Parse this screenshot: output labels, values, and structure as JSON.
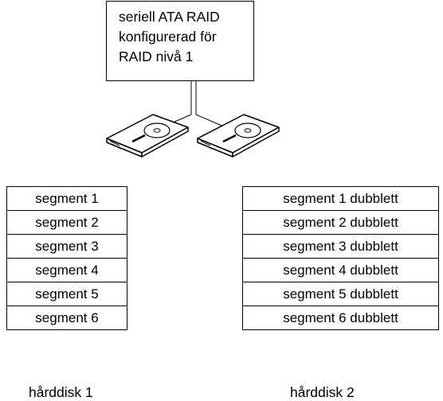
{
  "controller": {
    "lines": [
      "seriell ATA RAID",
      "konfigurerad för",
      "RAID nivå 1"
    ]
  },
  "disk1": {
    "label": "hårddisk 1",
    "segments": [
      "segment 1",
      "segment 2",
      "segment 3",
      "segment 4",
      "segment 5",
      "segment 6"
    ]
  },
  "disk2": {
    "label": "hårddisk 2",
    "segments": [
      "segment 1 dubblett",
      "segment 2 dubblett",
      "segment 3 dubblett",
      "segment 4 dubblett",
      "segment 5 dubblett",
      "segment 6 dubblett"
    ]
  },
  "icons": [
    "hard-drive-icon",
    "hard-drive-icon"
  ]
}
